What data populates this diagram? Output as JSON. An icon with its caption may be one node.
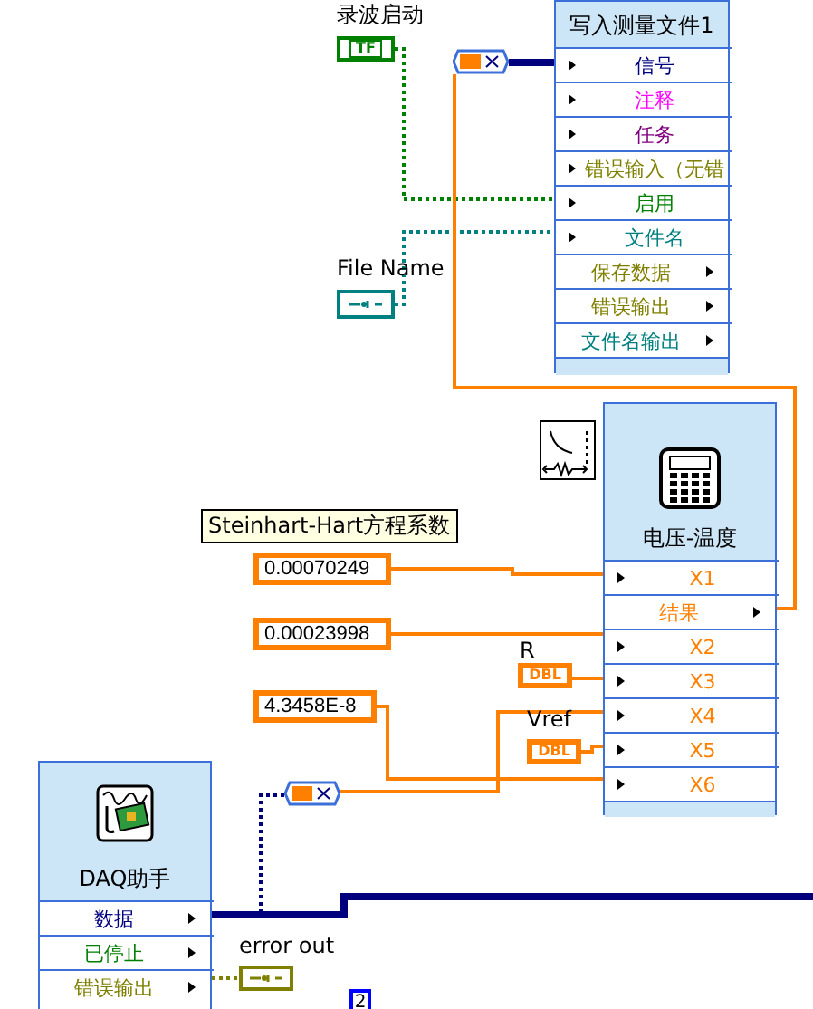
{
  "diagram": {
    "nodes": [
      {
        "text": [
          "TF"
        ],
        "beside": [
          "录波启动"
        ]
      },
      {
        "text": [],
        "shape": "box",
        "beside": [
          "File Name"
        ]
      },
      {
        "text": [],
        "shape": "box"
      },
      {
        "text": [
          "写入测量文件1"
        ]
      },
      {
        "text": [
          "信号"
        ],
        "in": 3
      },
      {
        "text": [
          "注释"
        ],
        "in": 3
      },
      {
        "text": [
          "任务"
        ],
        "in": 3
      },
      {
        "text": [
          "错误输入（无错"
        ],
        "in": 3
      },
      {
        "text": [
          "启用"
        ],
        "in": 3
      },
      {
        "text": [
          "文件名"
        ],
        "in": 3
      },
      {
        "text": [
          "保存数据"
        ],
        "in": 3
      },
      {
        "text": [
          "错误输出"
        ],
        "in": 3
      },
      {
        "text": [
          "文件名输出"
        ],
        "in": 3
      },
      {
        "text": [
          "电压-温度"
        ]
      },
      {
        "text": [
          "X1"
        ],
        "in": 13
      },
      {
        "text": [
          "结果"
        ],
        "in": 13
      },
      {
        "text": [
          "X2"
        ],
        "in": 13
      },
      {
        "text": [
          "X3"
        ],
        "in": 13
      },
      {
        "text": [
          "X4"
        ],
        "in": 13
      },
      {
        "text": [
          "X5"
        ],
        "in": 13
      },
      {
        "text": [
          "X6"
        ],
        "in": 13
      },
      {
        "text": [
          "0.00070249"
        ],
        "beside": [
          "Steinhart-Hart方程系数"
        ]
      },
      {
        "text": [
          "0.00023998"
        ]
      },
      {
        "text": [
          "DBL"
        ],
        "beside": [
          "R"
        ]
      },
      {
        "text": [
          "4.3458E-8"
        ]
      },
      {
        "text": [
          "DBL"
        ],
        "beside": [
          "Vref"
        ]
      },
      {
        "text": [],
        "shape": "box"
      },
      {
        "text": [
          "DAQ助手"
        ]
      },
      {
        "text": [
          "数据"
        ],
        "in": 27
      },
      {
        "text": [
          "已停止"
        ],
        "in": 27
      },
      {
        "text": [
          "错误输出"
        ],
        "in": 27
      },
      {
        "text": [],
        "shape": "box",
        "beside": [
          "error out"
        ]
      },
      {
        "text": [
          "2"
        ]
      }
    ],
    "edges": [
      {
        "from": 0,
        "to": 8,
        "arrow": "none",
        "style": "dashed",
        "color": "#008000"
      },
      {
        "from": 1,
        "to": 9,
        "arrow": "none",
        "style": "dashed",
        "color": "#008080"
      },
      {
        "from": 2,
        "to": 4,
        "arrow": "none",
        "style": "thick",
        "color": "#00007f"
      },
      {
        "from": 15,
        "to": 2,
        "arrow": "none"
      },
      {
        "from": 21,
        "to": 14,
        "arrow": "none"
      },
      {
        "from": 22,
        "to": 16,
        "arrow": "none"
      },
      {
        "from": 23,
        "to": 17,
        "arrow": "none"
      },
      {
        "from": 24,
        "to": 20,
        "arrow": "none"
      },
      {
        "from": 25,
        "to": 19,
        "arrow": "none"
      },
      {
        "from": 26,
        "to": 18,
        "arrow": "none"
      },
      {
        "from": 28,
        "to": 26,
        "arrow": "none",
        "style": "dashed",
        "color": "#00007f"
      },
      {
        "from": 28,
        "to": null,
        "arrow": "none",
        "style": "thick",
        "color": "#00007f"
      },
      {
        "from": 30,
        "to": 31,
        "arrow": "none",
        "style": "dashed",
        "color": "#808000"
      }
    ]
  }
}
